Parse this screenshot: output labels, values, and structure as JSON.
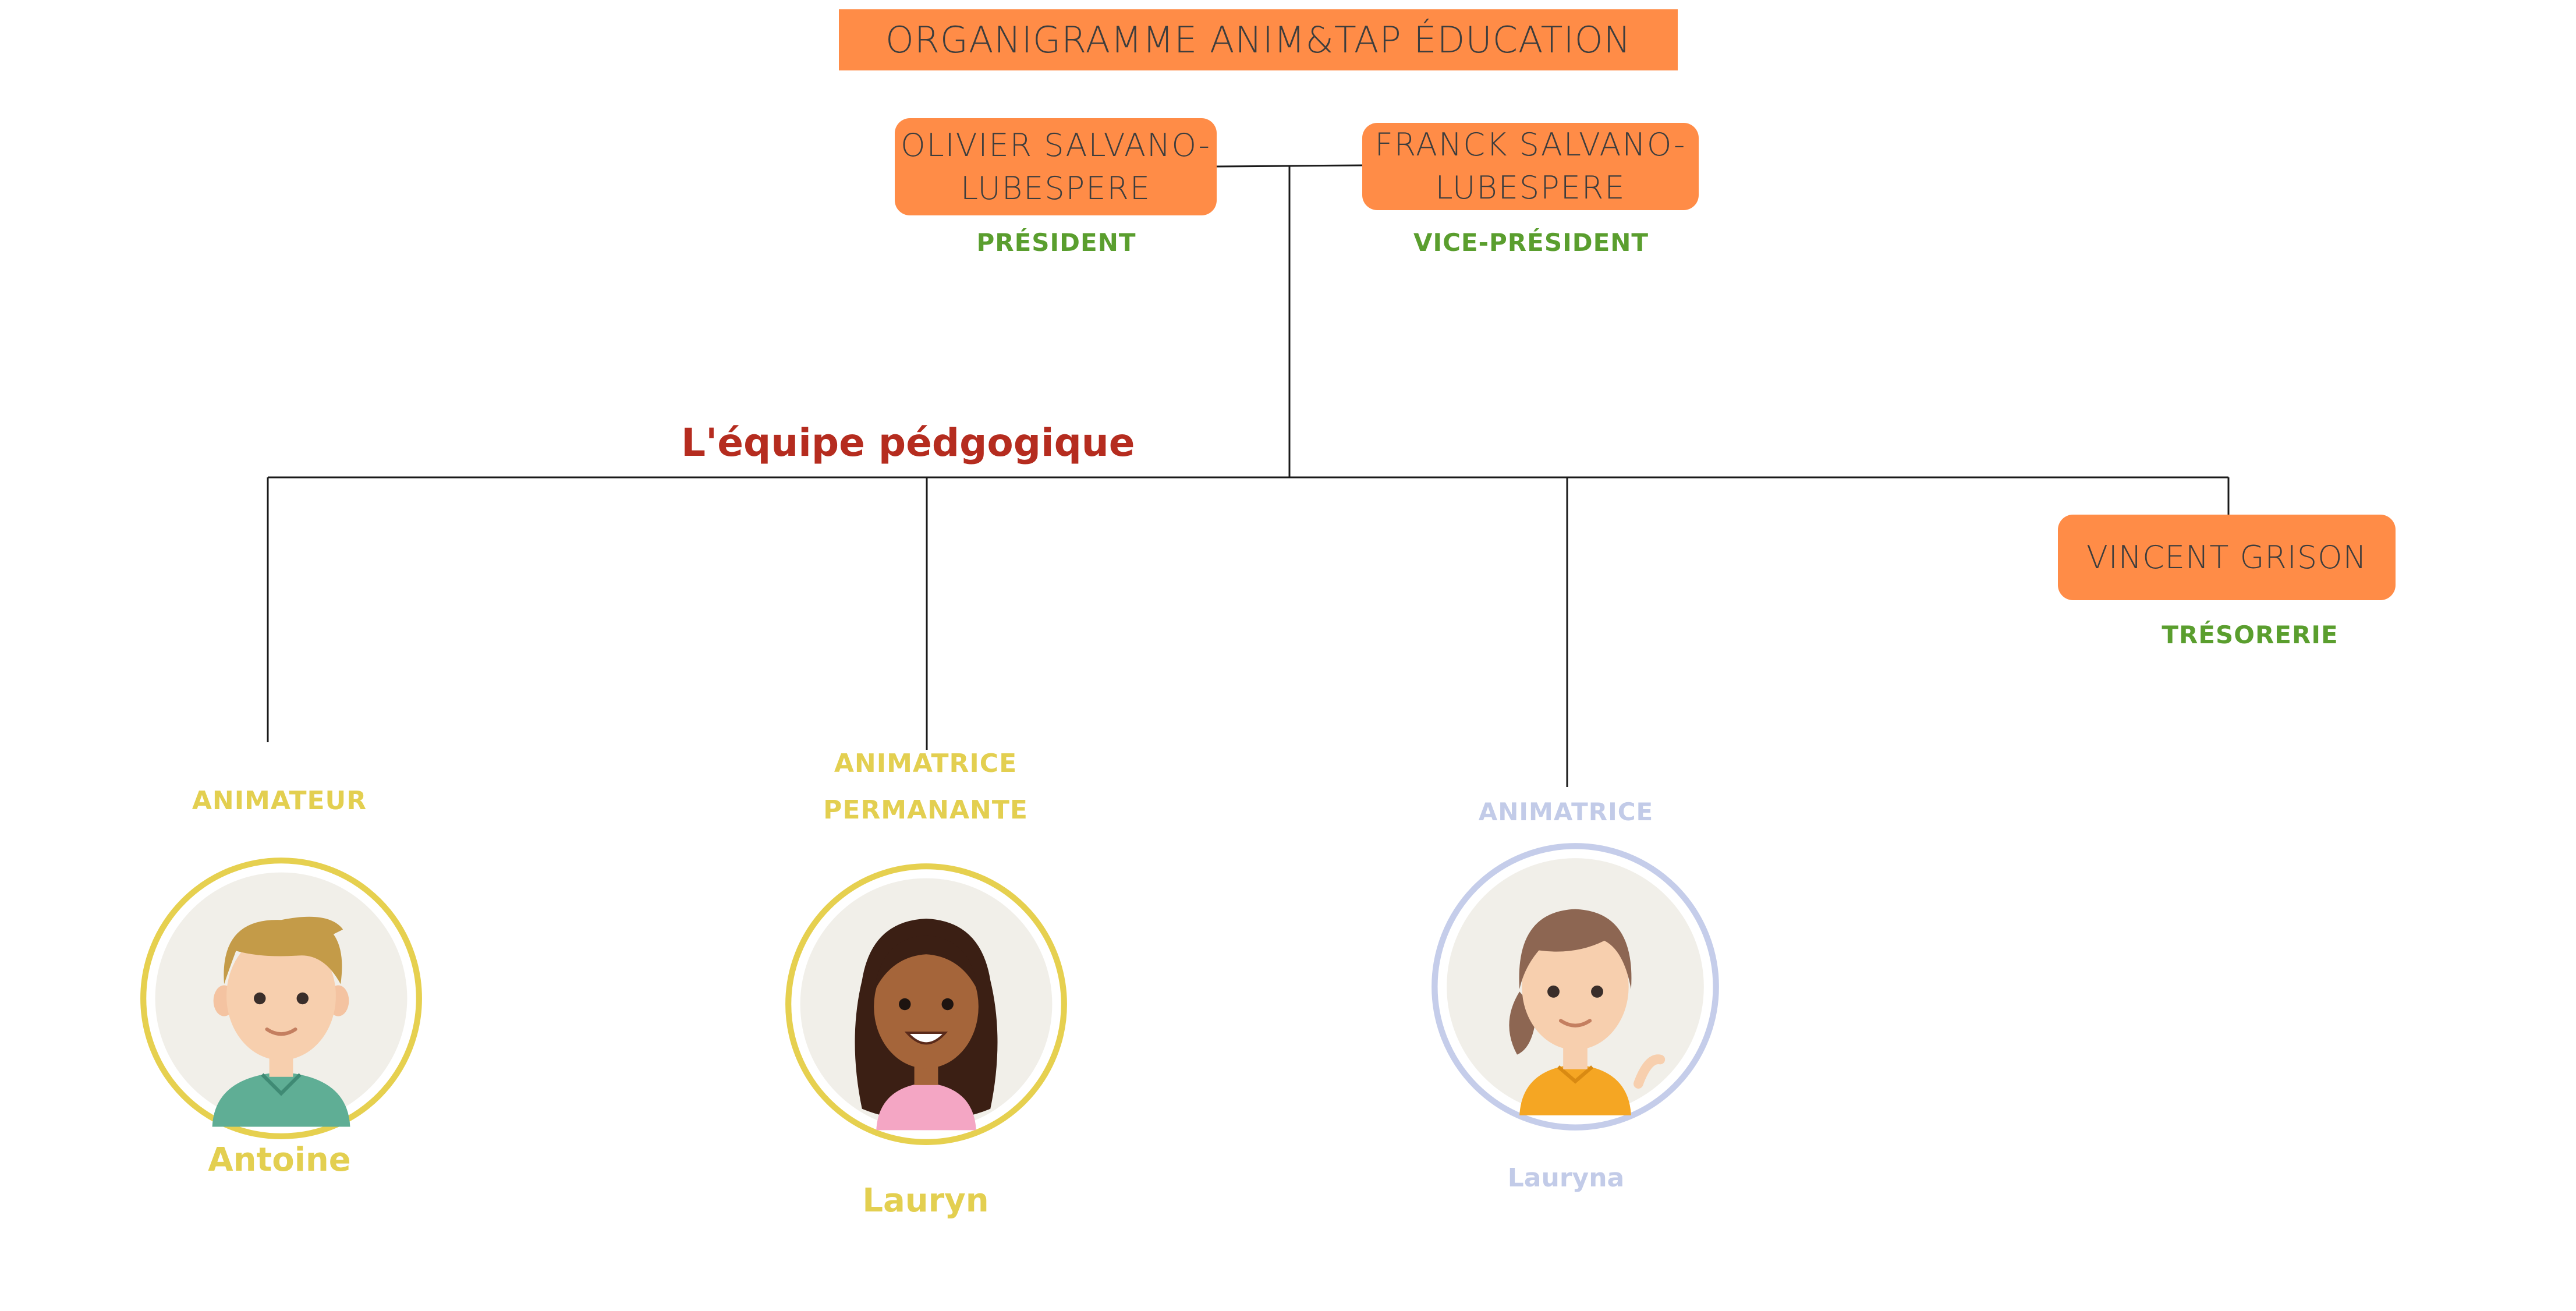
{
  "title": "ORGANIGRAMME ANIM&TAP ÉDUCATION",
  "board": {
    "president": {
      "name_line1": "OLIVIER SALVANO-",
      "name_line2": "LUBESPERE",
      "role": "PRÉSIDENT"
    },
    "vice_president": {
      "name_line1": "FRANCK SALVANO-",
      "name_line2": "LUBESPERE",
      "role": "VICE-PRÉSIDENT"
    },
    "treasury": {
      "name": "VINCENT GRISON",
      "role": "TRÉSORERIE"
    }
  },
  "team": {
    "title": "L'équipe pédgogique",
    "members": [
      {
        "role_line1": "ANIMATEUR",
        "name": "Antoine",
        "avatar": "boy-avatar-icon",
        "ring_color": "#e6d04f"
      },
      {
        "role_line1": "ANIMATRICE",
        "role_line2": "PERMANANTE",
        "name": "Lauryn",
        "avatar": "girl-avatar-icon",
        "ring_color": "#e6d04f"
      },
      {
        "role_line1": "ANIMATRICE",
        "name": "Lauryna",
        "avatar": "girl-waving-avatar-icon",
        "ring_color": "#c5cdea"
      }
    ]
  },
  "colors": {
    "box_fill": "#ff8c47",
    "box_text": "#3d3d3d",
    "board_role": "#5a9e2e",
    "team_title": "#b52c1f",
    "yellow_text": "#e3cf50",
    "lavender_text": "#c2cbe8"
  }
}
